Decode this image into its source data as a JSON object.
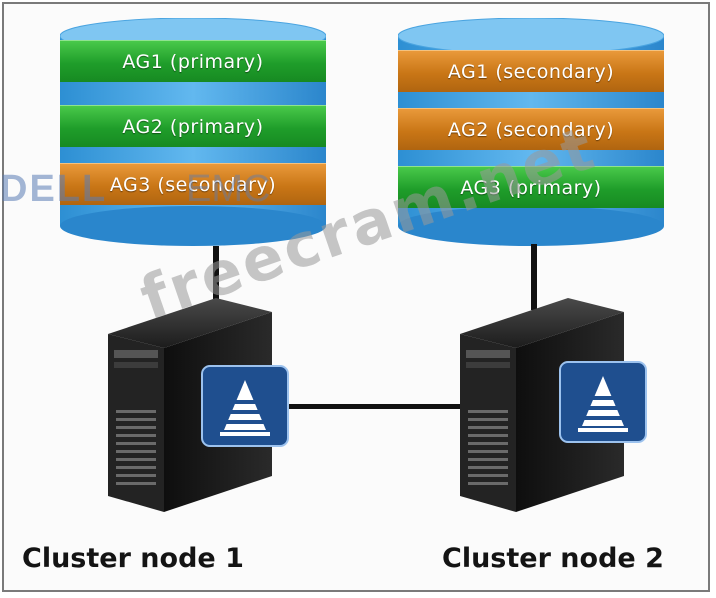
{
  "node1": {
    "caption": "Cluster node 1",
    "groups": [
      {
        "label": "AG1 (primary)",
        "color": "#2aa533"
      },
      {
        "label": "AG2 (primary)",
        "color": "#2aa533"
      },
      {
        "label": "AG3 (secondary)",
        "color": "#cf7d1c"
      }
    ]
  },
  "node2": {
    "caption": "Cluster node 2",
    "groups": [
      {
        "label": "AG1 (secondary)",
        "color": "#cf7d1c"
      },
      {
        "label": "AG2 (secondary)",
        "color": "#cf7d1c"
      },
      {
        "label": "AG3 (primary)",
        "color": "#2aa533"
      }
    ]
  },
  "watermarks": {
    "dell": "DELL",
    "emc": "EMC",
    "site": "freecram.net"
  },
  "icons": {
    "database": "database-cylinder-icon",
    "server": "tower-server-icon",
    "cluster": "failover-cluster-icon"
  }
}
